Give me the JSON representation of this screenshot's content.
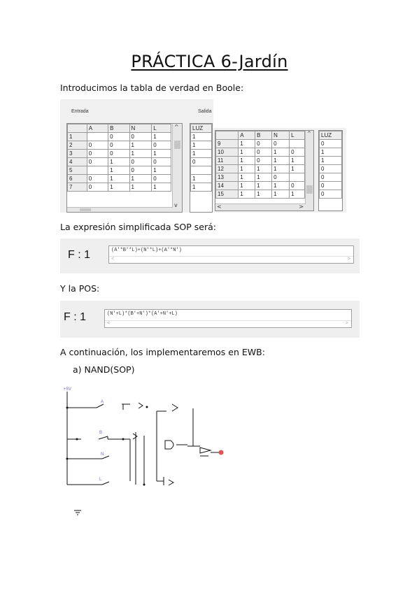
{
  "title": "PRÁCTICA 6-Jardín",
  "para1": "Introducimos la tabla de verdad en Boole:",
  "para2": "La expresión simplificada SOP será:",
  "para3": "Y la POS:",
  "para4": "A continuación, los implementaremos en EWB:",
  "list_item_a": "a)  NAND(SOP)",
  "boole": {
    "entrada_label": "Entrada",
    "salida_label": "Salida",
    "left_headers": [
      "",
      "A",
      "B",
      "N",
      "L"
    ],
    "left_rows": [
      [
        "1",
        "",
        "0",
        "0",
        "1"
      ],
      [
        "2",
        "0",
        "0",
        "1",
        "0"
      ],
      [
        "3",
        "0",
        "0",
        "1",
        "1"
      ],
      [
        "4",
        "0",
        "1",
        "0",
        "0"
      ],
      [
        "5",
        "",
        "1",
        "0",
        "1"
      ],
      [
        "6",
        "0",
        "1",
        "1",
        "0"
      ],
      [
        "7",
        "0",
        "1",
        "1",
        "1"
      ]
    ],
    "left_out_header": "LUZ",
    "left_out": [
      "1",
      "1",
      "1",
      "0",
      "",
      "1",
      "1"
    ],
    "right_headers": [
      "",
      "A",
      "B",
      "N",
      "L"
    ],
    "right_rows": [
      [
        "9",
        "1",
        "0",
        "0",
        ""
      ],
      [
        "10",
        "1",
        "0",
        "1",
        "0"
      ],
      [
        "11",
        "1",
        "0",
        "1",
        "1"
      ],
      [
        "12",
        "1",
        "1",
        "1",
        "1"
      ],
      [
        "13",
        "1",
        "1",
        "0",
        ""
      ],
      [
        "14",
        "1",
        "1",
        "1",
        "0"
      ],
      [
        "15",
        "1",
        "1",
        "1",
        "1"
      ]
    ],
    "right_out_header": "LUZ",
    "right_out": [
      "0",
      "1",
      "1",
      "0",
      "0",
      "0",
      "0"
    ]
  },
  "sop": {
    "label": "F : 1",
    "expression": "(A'*B'*L)+(N'*L)+(A'*N')"
  },
  "pos": {
    "label": "F : 1",
    "expression": "(N'+L)*(B'+N')*(A'+N'+L)"
  },
  "circuit": {
    "vcc_label": "+5V",
    "input_labels": [
      "A",
      "B",
      "N",
      "L"
    ],
    "colors": {
      "wire": "#111111",
      "label": "#6a6acc",
      "probe": "#e05555"
    }
  }
}
